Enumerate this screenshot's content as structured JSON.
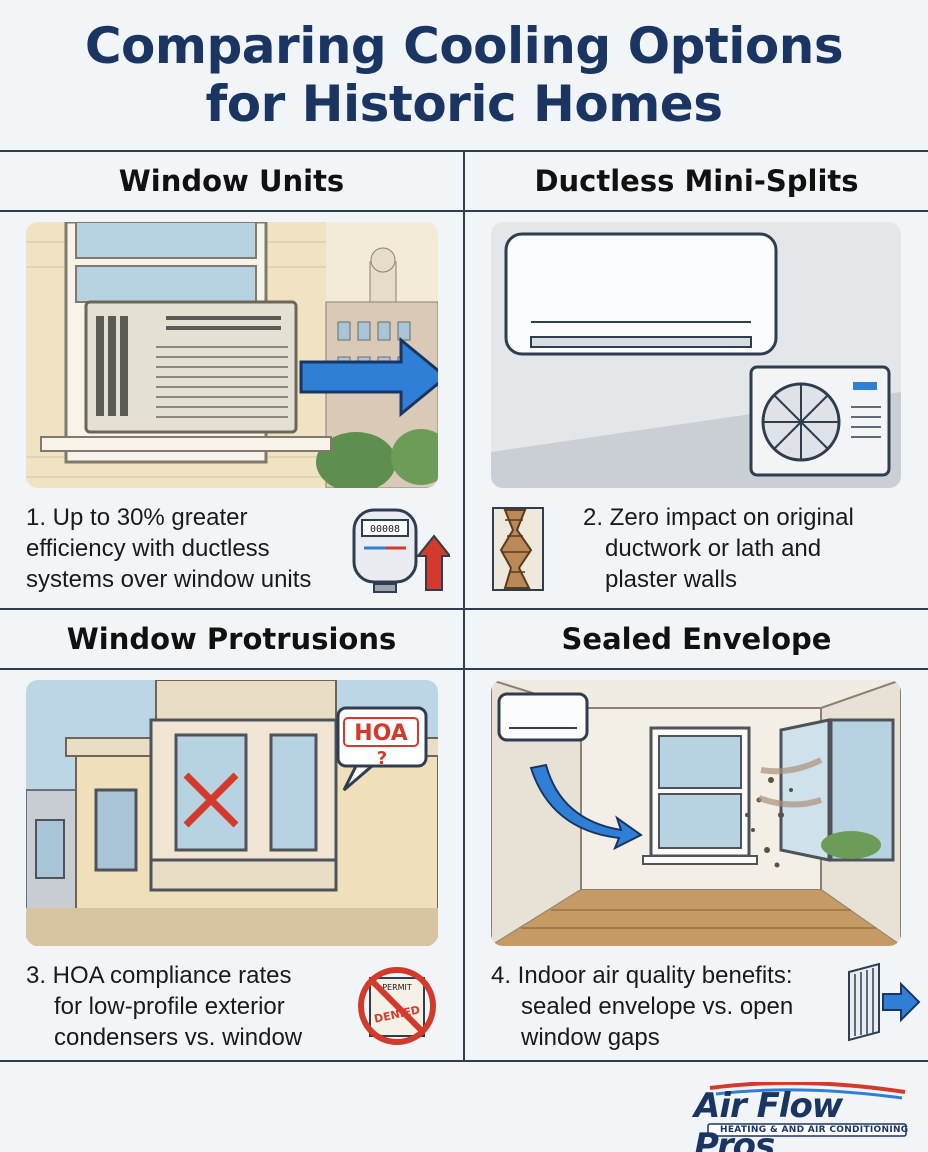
{
  "title": {
    "line1": "Comparing Cooling Options",
    "line2": "for Historic Homes"
  },
  "cells": [
    {
      "heading": "Window Units",
      "caption_lines": [
        "1. Up to 30% greater",
        "efficiency with ductless",
        "systems over window units"
      ],
      "icon": "energy-meter-icon",
      "meter_reading": "00008"
    },
    {
      "heading": "Ductless Mini-Splits",
      "caption_lines": [
        "2. Zero impact on original",
        "ductwork or lath and",
        "plaster walls"
      ],
      "icon": "lath-plaster-wall-icon"
    },
    {
      "heading": "Window Protrusions",
      "caption_lines": [
        "3. HOA compliance rates",
        "for low-profile exterior",
        "condensers vs. window"
      ],
      "icon": "permit-denied-icon",
      "badge": "HOA",
      "badge_mark": "?",
      "stamp_top": "PERMIT",
      "stamp_mid": "DENIED"
    },
    {
      "heading": "Sealed Envelope",
      "caption_lines": [
        "4. Indoor air quality benefits:",
        "sealed envelope vs. open",
        "window gaps"
      ],
      "icon": "air-filter-icon"
    }
  ],
  "logo": {
    "name": "Air Flow Pros",
    "tagline": "HEATING & AND AIR CONDITIONING"
  },
  "colors": {
    "title": "#1b3563",
    "accent_blue": "#2f7fd6",
    "alert_red": "#d33a2c",
    "divider": "#2f3d4f"
  }
}
